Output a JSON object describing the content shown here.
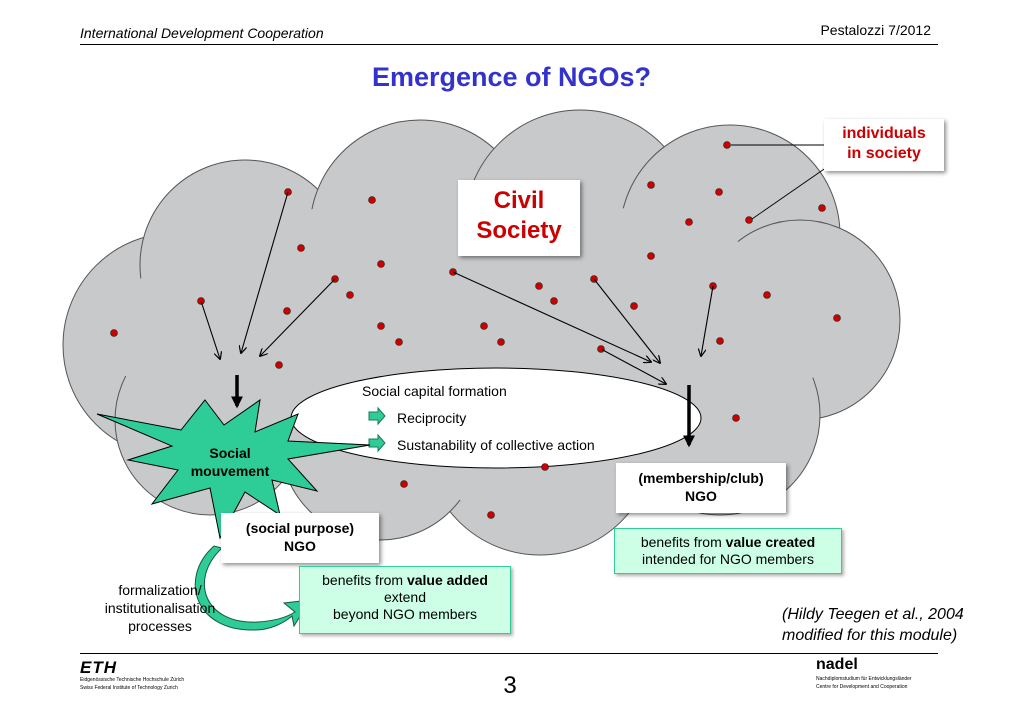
{
  "header": {
    "left_text": "International Development Cooperation",
    "right_text": "Pestalozzi 7/2012"
  },
  "title": "Emergence of NGOs?",
  "diagram": {
    "civil_society_line1": "Civil",
    "civil_society_line2": "Society",
    "individuals_line1": "individuals",
    "individuals_line2": "in society",
    "social_capital_title": "Social capital formation",
    "reciprocity": "Reciprocity",
    "sustainability": "Sustanability of collective action",
    "social_mouvement_line1": "Social",
    "social_mouvement_line2": "mouvement",
    "membership_ngo_line1": "(membership/club)",
    "membership_ngo_line2": "NGO",
    "social_purpose_ngo_line1": "(social purpose)",
    "social_purpose_ngo_line2": "NGO",
    "value_created_prefix": "benefits from ",
    "value_created_bold": "value created",
    "value_created_line2": "intended for NGO members",
    "value_added_prefix": "benefits from ",
    "value_added_bold": "value added",
    "value_added_line2": "extend",
    "value_added_line3": "beyond NGO members",
    "formalization_line1": "formalization/",
    "formalization_line2": "institutionalisation",
    "formalization_line3": "processes",
    "colors": {
      "cloud": "#c8c9cb",
      "dot": "#cc0000",
      "star": "#2ecc96",
      "title": "#3333cc",
      "callout_text": "#cc0000",
      "green_box": "#ccffe6"
    }
  },
  "citation": {
    "line1": "(Hildy Teegen et al., 2004",
    "line2": "modified for this module)"
  },
  "footer": {
    "page_number": "3",
    "eth_logo": "ETH",
    "eth_line1": "Eidgenössische Technische Hochschule Zürich",
    "eth_line2": "Swiss Federal Institute of Technology Zurich",
    "nadel_logo": "nadel",
    "nadel_line1": "Nachdiplomstudium für Entwicklungsländer",
    "nadel_line2": "Centre for Development and Cooperation"
  }
}
